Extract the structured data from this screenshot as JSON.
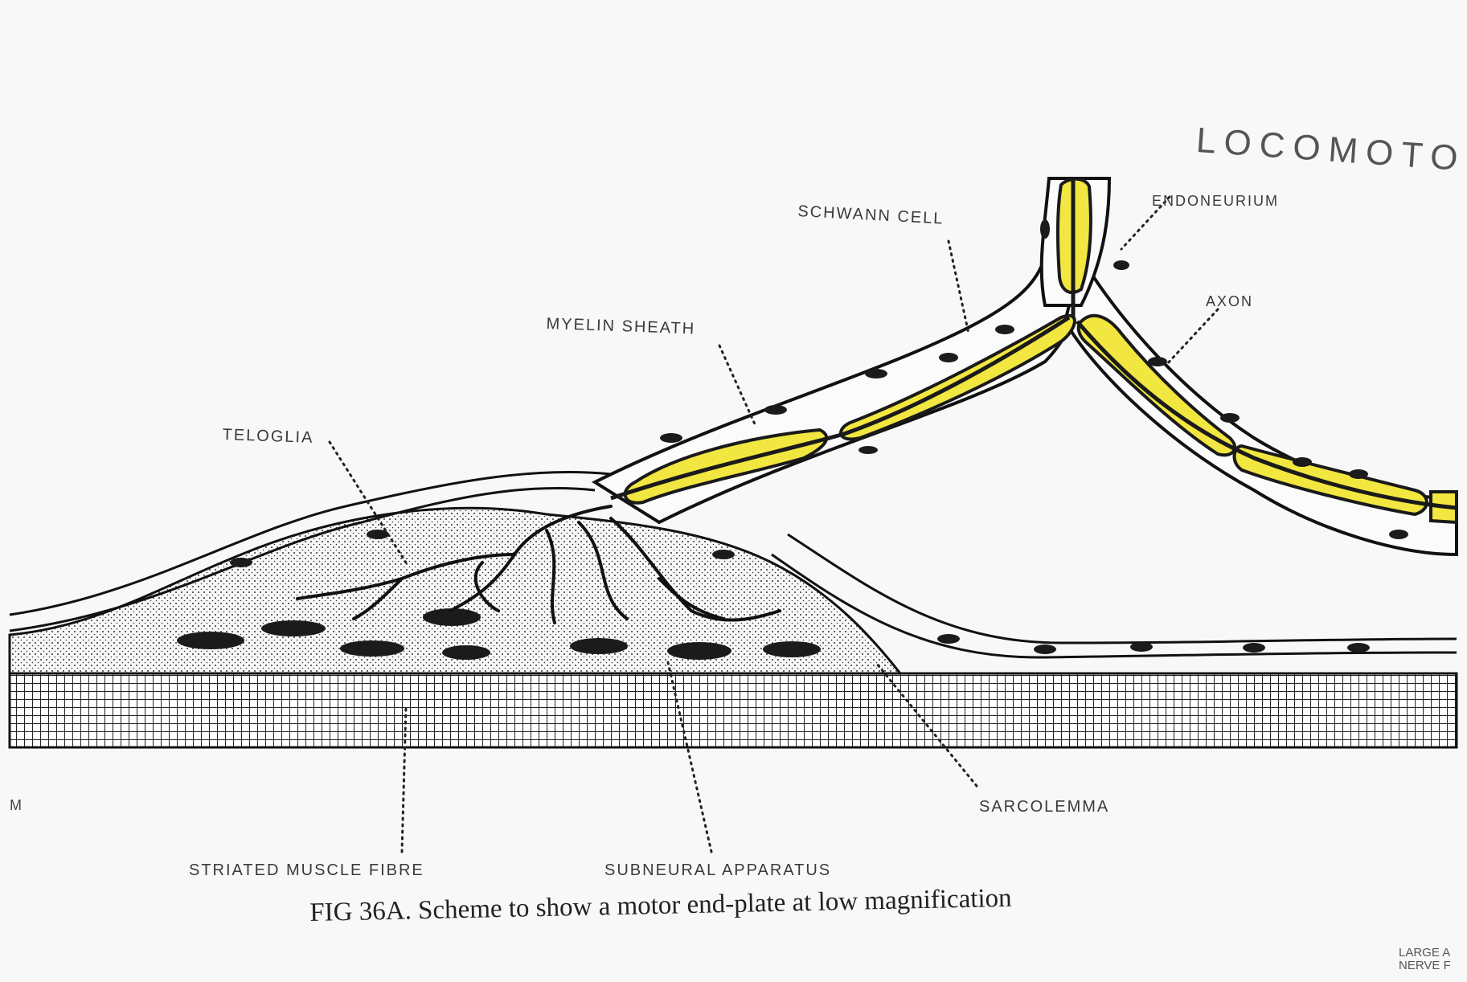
{
  "header": {
    "title": "LOCOMOTO"
  },
  "labels": {
    "schwann_cell": "SCHWANN CELL",
    "endoneurium": "ENDONEURIUM",
    "axon": "AXON",
    "myelin_sheath": "MYELIN SHEATH",
    "teloglia": "TELOGLIA",
    "sarcolemma": "SARCOLEMMA",
    "striated_muscle_fibre": "STRIATED MUSCLE FIBRE",
    "subneural_apparatus": "SUBNEURAL APPARATUS"
  },
  "caption": "FIG 36A. Scheme to show a motor end-plate at low magnification",
  "margin": {
    "left": "M",
    "bottom_right_line1": "LARGE A",
    "bottom_right_line2": "NERVE F"
  },
  "colors": {
    "myelin": "#f2e640",
    "ink": "#1e1e1e",
    "page": "#f7f8f7"
  }
}
